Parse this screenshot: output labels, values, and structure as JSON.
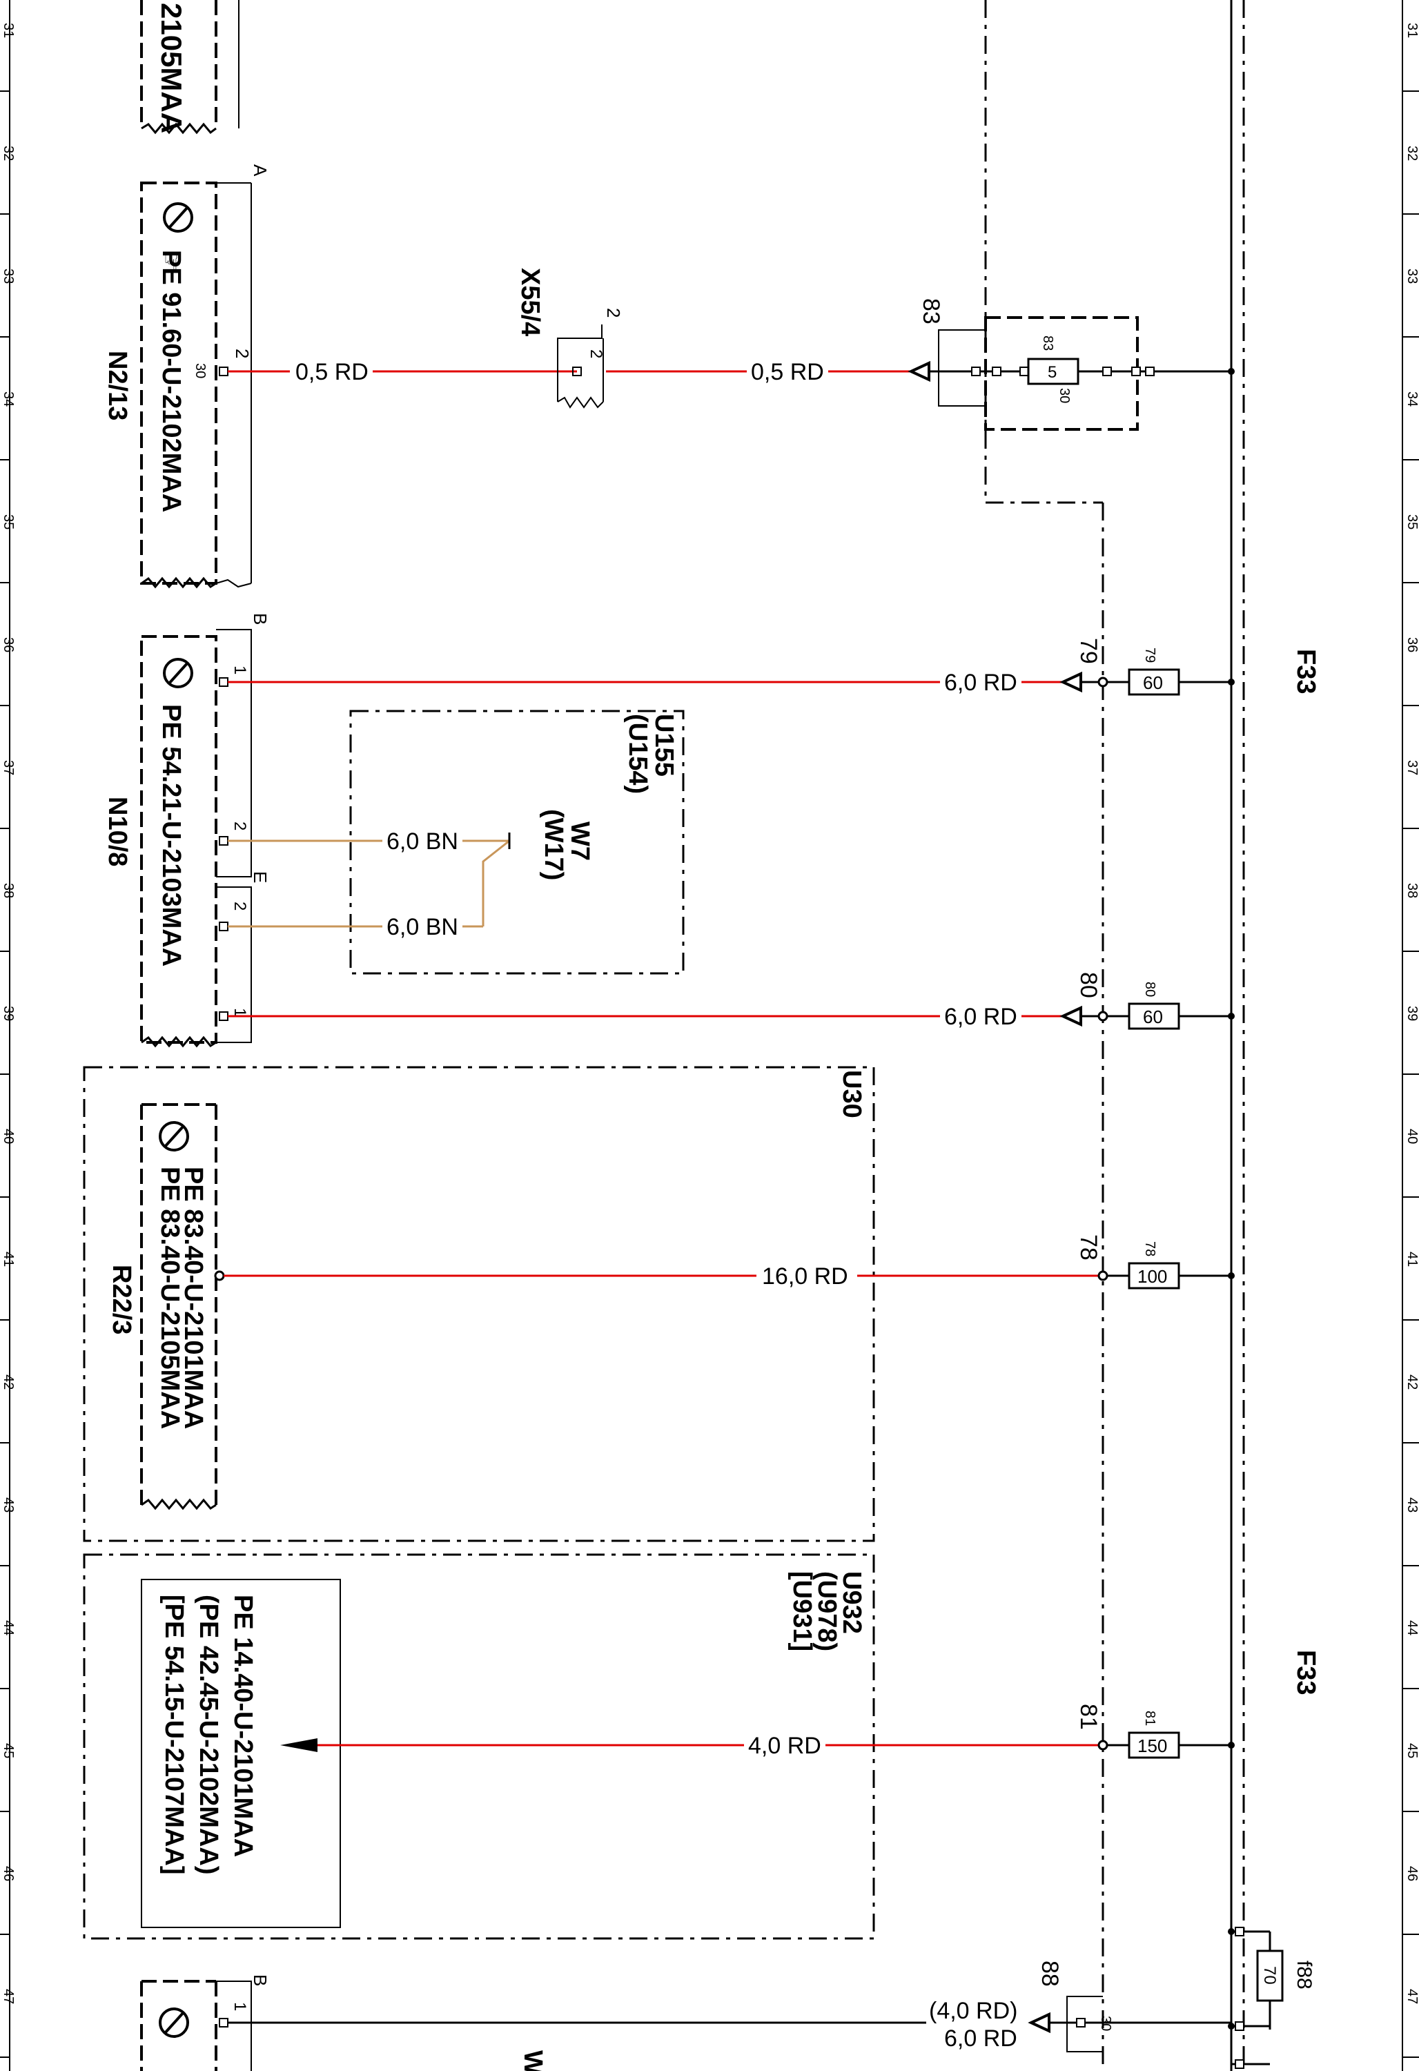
{
  "ruler": {
    "rows": [
      "31",
      "32",
      "33",
      "34",
      "35",
      "36",
      "37",
      "38",
      "39",
      "40",
      "41",
      "42",
      "43",
      "44",
      "45",
      "46",
      "47"
    ]
  },
  "colors": {
    "wire_red": "#e00000",
    "wire_brown": "#c8965a",
    "line": "#000000"
  },
  "modules": {
    "n2_13": {
      "code": "N2/13",
      "pe": "PE  91.60-U-2102MAA",
      "conn": "A",
      "pin_a": "30",
      "pin_b": "2"
    },
    "n10_8": {
      "code": "N10/8",
      "pe": "PE  54.21-U-2103MAA",
      "conn_b": "B",
      "conn_e": "E",
      "pin_1": "1",
      "pin_2": "2",
      "pin_2b": "2",
      "pin_1b": "1"
    },
    "r22_3": {
      "code": "R22/3",
      "pe_1": "PE  83.40-U-2101MAA",
      "pe_2": "PE  83.40-U-2105MAA"
    },
    "top_cut": {
      "text": "2105MAA"
    },
    "bottom": {
      "conn": "B",
      "pin": "1",
      "code": "W"
    }
  },
  "connector_x55_4": {
    "code": "X55/4",
    "pin_top": "2",
    "pin_inner": "2"
  },
  "group_u155": {
    "line1": "U155",
    "line2": "(U154)"
  },
  "group_w7": {
    "line1": "W7",
    "line2": "(W17)"
  },
  "group_u30": {
    "code": "U30"
  },
  "group_u932": {
    "line1": "U932",
    "line2": "(U978)",
    "line3": "[U931]",
    "pe_1": "PE  14.40-U-2101MAA",
    "pe_2": "(PE  42.45-U-2102MAA)",
    "pe_3": "[PE  54.15-U-2107MAA]"
  },
  "wires": {
    "w83": "0,5 RD",
    "w83b": "0,5 RD",
    "w79": "6,0 RD",
    "w7a": "6,0 BN",
    "w7b": "6,0 BN",
    "w80": "6,0 RD",
    "w78": "16,0 RD",
    "w81": "4,0 RD",
    "w88a": "(4,0 RD)",
    "w88b": "6,0 RD"
  },
  "fuse_block": {
    "label_upper": "F33",
    "label_lower": "F33",
    "fuses": [
      {
        "id": "83",
        "rating": "5",
        "pin": "30"
      },
      {
        "id": "79",
        "rating": "60"
      },
      {
        "id": "80",
        "rating": "60"
      },
      {
        "id": "78",
        "rating": "100"
      },
      {
        "id": "81",
        "rating": "150"
      }
    ],
    "f88": {
      "label": "f88",
      "rating": "70",
      "id": "88",
      "pin": "30"
    }
  }
}
